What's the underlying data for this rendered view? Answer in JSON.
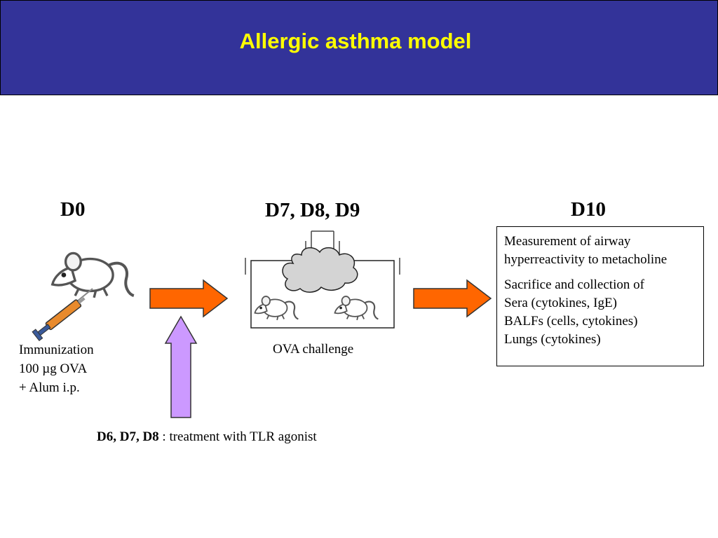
{
  "slide": {
    "title": "Allergic asthma model"
  },
  "colors": {
    "header_bg": "#333399",
    "title": "#ffff00",
    "arrow_orange": "#ff6600",
    "arrow_purple": "#cc99ff"
  },
  "timeline": {
    "d0_label": "D0",
    "d0_caption": [
      "Immunization",
      "100 µg OVA",
      "+ Alum i.p."
    ],
    "challenge_label": "D7, D8, D9",
    "challenge_caption": "OVA challenge",
    "d10_label": "D10",
    "d10_box": {
      "para1": [
        "Measurement of airway",
        "hyperreactivity to metacholine"
      ],
      "para2": [
        "Sacrifice and collection of",
        "Sera (cytokines, IgE)",
        "BALFs (cells, cytokines)",
        "Lungs (cytokines)"
      ]
    }
  },
  "treatment": {
    "days": "D6, D7, D8",
    "text": " : treatment with TLR agonist"
  },
  "icons": [
    "mouse-icon",
    "syringe-icon",
    "cloud-icon",
    "exposure-chamber-icon"
  ]
}
